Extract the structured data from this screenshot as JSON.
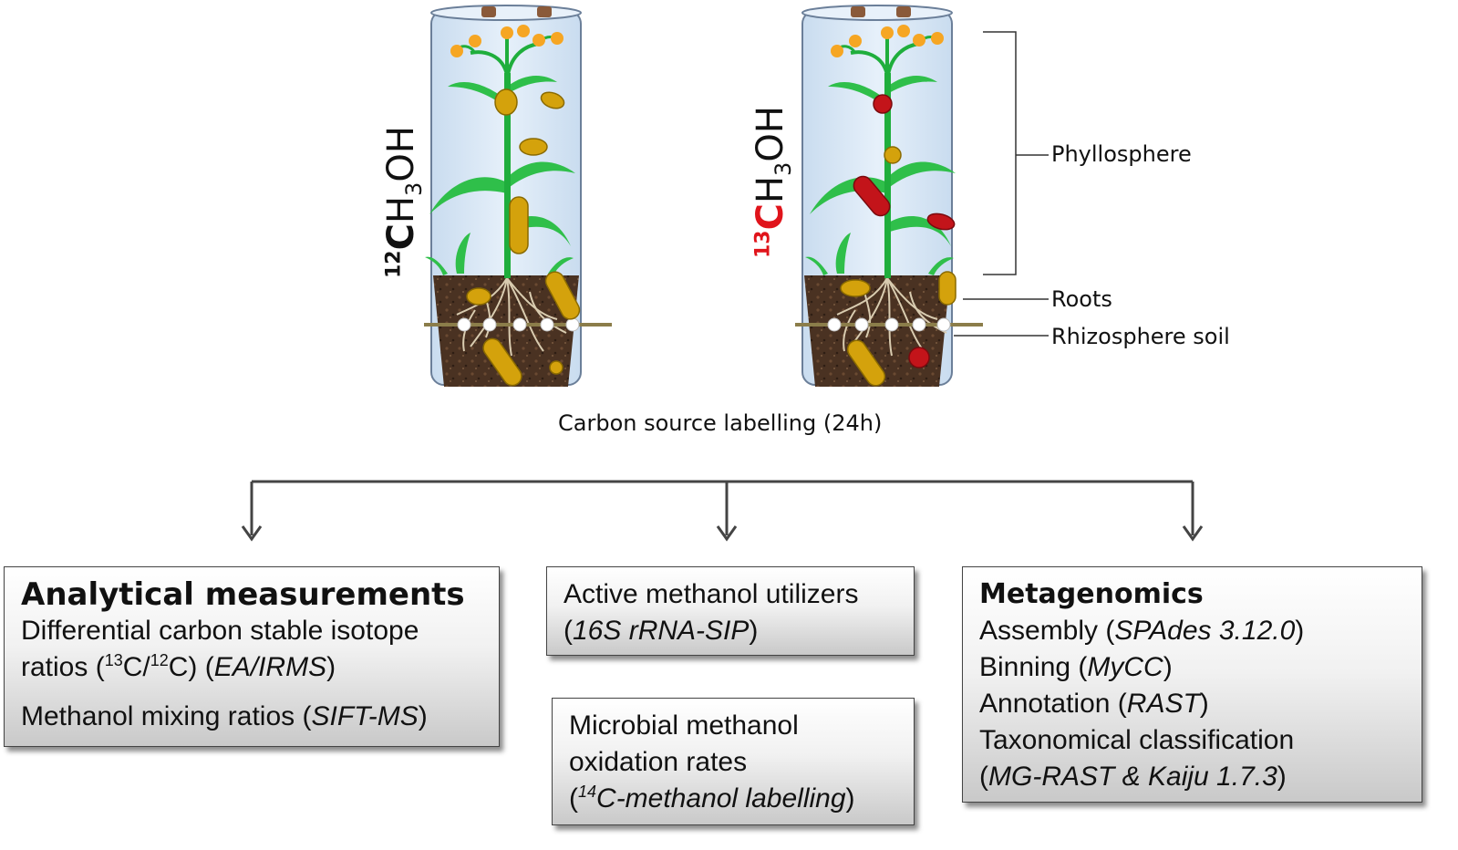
{
  "labels": {
    "left_jar": {
      "sup": "12",
      "c": "C",
      "h": "H",
      "sub": "3",
      "tail": "OH"
    },
    "right_jar": {
      "sup": "13",
      "c": "C",
      "h": "H",
      "sub": "3",
      "tail": "OH"
    },
    "phyllosphere": "Phyllosphere",
    "roots": "Roots",
    "rhizosphere": "Rhizosphere soil",
    "caption": "Carbon source labelling (24h)"
  },
  "boxes": {
    "analytical": {
      "title": "Analytical measurements",
      "l1": "Differential carbon stable isotope",
      "l2_pre": "ratios (",
      "l2_sup1": "13",
      "l2_mid": "C/",
      "l2_sup2": "12",
      "l2_post": "C) (",
      "l2_ital": "EA/IRMS",
      "l2_end": ")",
      "l3_pre": "Methanol mixing ratios (",
      "l3_ital": "SIFT-MS",
      "l3_end": ")"
    },
    "utilizers": {
      "l1": "Active methanol utilizers",
      "l2_pre": "(",
      "l2_ital": "16S rRNA-SIP",
      "l2_end": ")"
    },
    "oxidation": {
      "l1": "Microbial methanol",
      "l2": "oxidation rates",
      "l3_pre": "(",
      "l3_sup": "14",
      "l3_ital": "C-methanol labelling",
      "l3_end": ")"
    },
    "metagenomics": {
      "title": "Metagenomics",
      "r1_pre": "Assembly (",
      "r1_ital": "SPAdes 3.12.0",
      "r1_end": ")",
      "r2_pre": "Binning (",
      "r2_ital": "MyCC",
      "r2_end": ")",
      "r3_pre": "Annotation (",
      "r3_ital": "RAST",
      "r3_end": ")",
      "r4": "Taxonomical classification",
      "r5_pre": "(",
      "r5_ital": "MG-RAST & Kaiju 1.7.3",
      "r5_end": ")"
    }
  },
  "colors": {
    "jar_fill": "#dce9f6",
    "jar_stroke": "#6b7f99",
    "soil": "#4a3222",
    "plant": "#1fae3c",
    "leaf": "#2fbf4a",
    "flower": "#f6a623",
    "bacteria_gold": "#d4a20c",
    "bacteria_red": "#c3141a",
    "label_red": "#e0141b",
    "arrow": "#444444"
  },
  "icons": [
    "plant-icon",
    "bacteria-icon",
    "soil-pot-icon",
    "sampling-probe-icon"
  ]
}
